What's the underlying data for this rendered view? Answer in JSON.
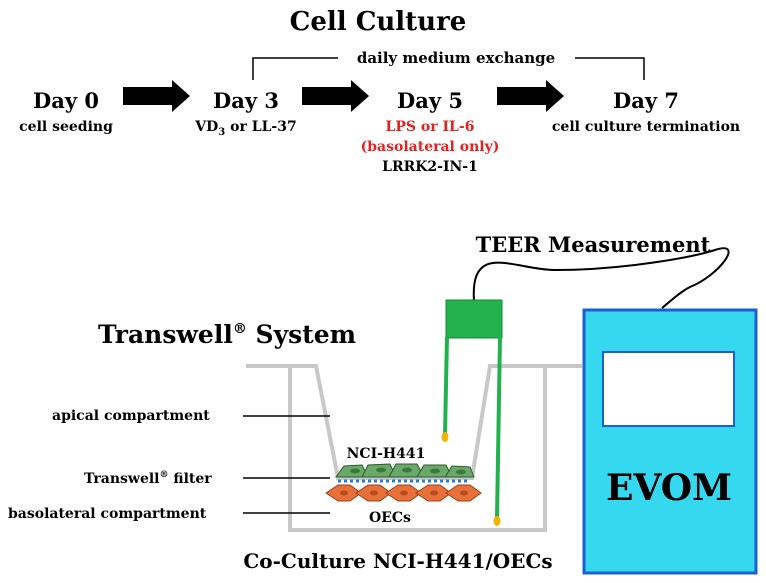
{
  "timeline": {
    "title": "Cell Culture",
    "bracket_label": "daily medium exchange",
    "steps": [
      {
        "day": "Day 0",
        "lines": [
          "cell seeding"
        ]
      },
      {
        "day": "Day 3",
        "lines": [
          "VD",
          "3",
          " or LL-37"
        ]
      },
      {
        "day": "Day 5",
        "lines": [
          "LPS or IL-6",
          "(basolateral only)",
          "LRRK2-IN-1"
        ]
      },
      {
        "day": "Day 7",
        "lines": [
          "cell culture termination"
        ]
      }
    ],
    "highlight_color": "#e8201e"
  },
  "transwell": {
    "title": "Transwell",
    "title_suffix": " System",
    "registered_mark": "®",
    "labels": {
      "apical": "apical compartment",
      "filter": "Transwell",
      "filter_suffix": " filter",
      "basolateral": "basolateral compartment"
    },
    "cell_top_label": "NCI-H441",
    "cell_bottom_label": "OECs",
    "caption": "Co-Culture NCI-H441/OECs",
    "colors": {
      "green_cells": "#6aa96a",
      "orange_cells": "#e8703a",
      "filter_dots": "#1e7fd8",
      "well": "#c8c8c8"
    }
  },
  "teer": {
    "label": "TEER Measurement",
    "device_label": "EVOM",
    "colors": {
      "device": "#35d8ee",
      "device_border": "#1d5fd1",
      "electrode": "#23b14d",
      "tip": "#f0b400"
    }
  }
}
